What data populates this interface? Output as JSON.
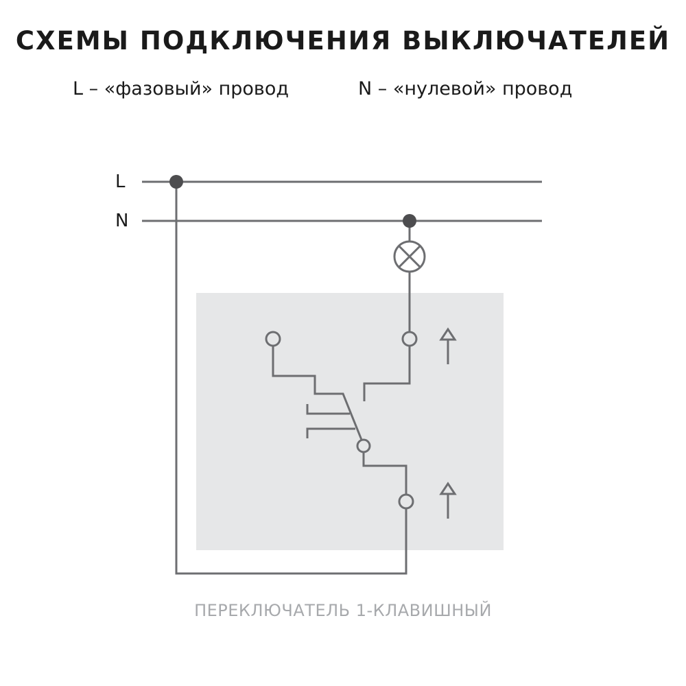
{
  "title": "СХЕМЫ ПОДКЛЮЧЕНИЯ ВЫКЛЮЧАТЕЛЕЙ",
  "legend": {
    "phase": "L – «фазовый» провод",
    "neutral": "N – «нулевой» провод"
  },
  "wire_labels": {
    "L": "L",
    "N": "N"
  },
  "caption": "ПЕРЕКЛЮЧАТЕЛЬ 1-КЛАВИШНЫЙ",
  "colors": {
    "wire": "#6d6e71",
    "node": "#4d4d4f",
    "switch_box": "#e6e7e8",
    "caption": "#a7a9ac"
  }
}
